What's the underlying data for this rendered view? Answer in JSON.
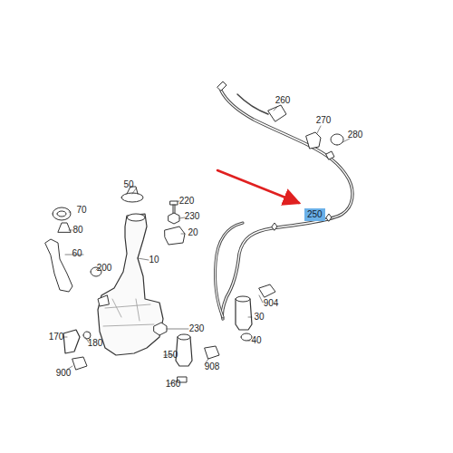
{
  "diagram": {
    "nodes": [
      {
        "text": [
          "250"
        ]
      }
    ],
    "labels": [
      "260",
      "270",
      "280",
      "50",
      "220",
      "230",
      "70",
      "20",
      "80",
      "60",
      "10",
      "200",
      "904",
      "30",
      "40",
      "170",
      "230",
      "180",
      "150",
      "908",
      "900",
      "160"
    ]
  }
}
